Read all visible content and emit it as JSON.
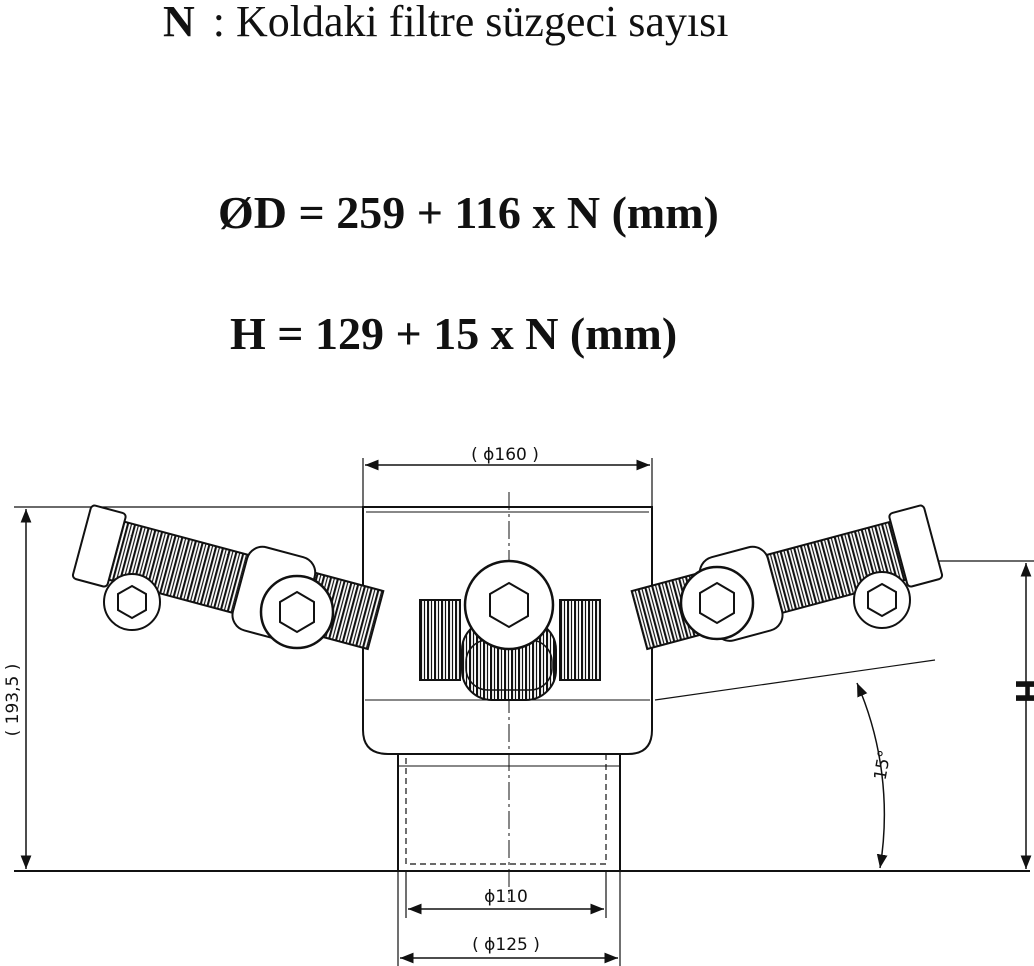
{
  "legend": {
    "symbol": "N",
    "text": ": Koldaki filtre süzgeci sayısı"
  },
  "formula_d": "ØD = 259 + 116 x N (mm)",
  "formula_h": "H = 129 + 15 x N (mm)",
  "dimensions": {
    "top_width": "( ϕ160 )",
    "height_left": "( 193,5 )",
    "height_right": "H",
    "angle": "15°",
    "inner_bottom": "ϕ110",
    "outer_bottom": "( ϕ125 )"
  },
  "colors": {
    "line": "#111111",
    "background": "#ffffff"
  }
}
